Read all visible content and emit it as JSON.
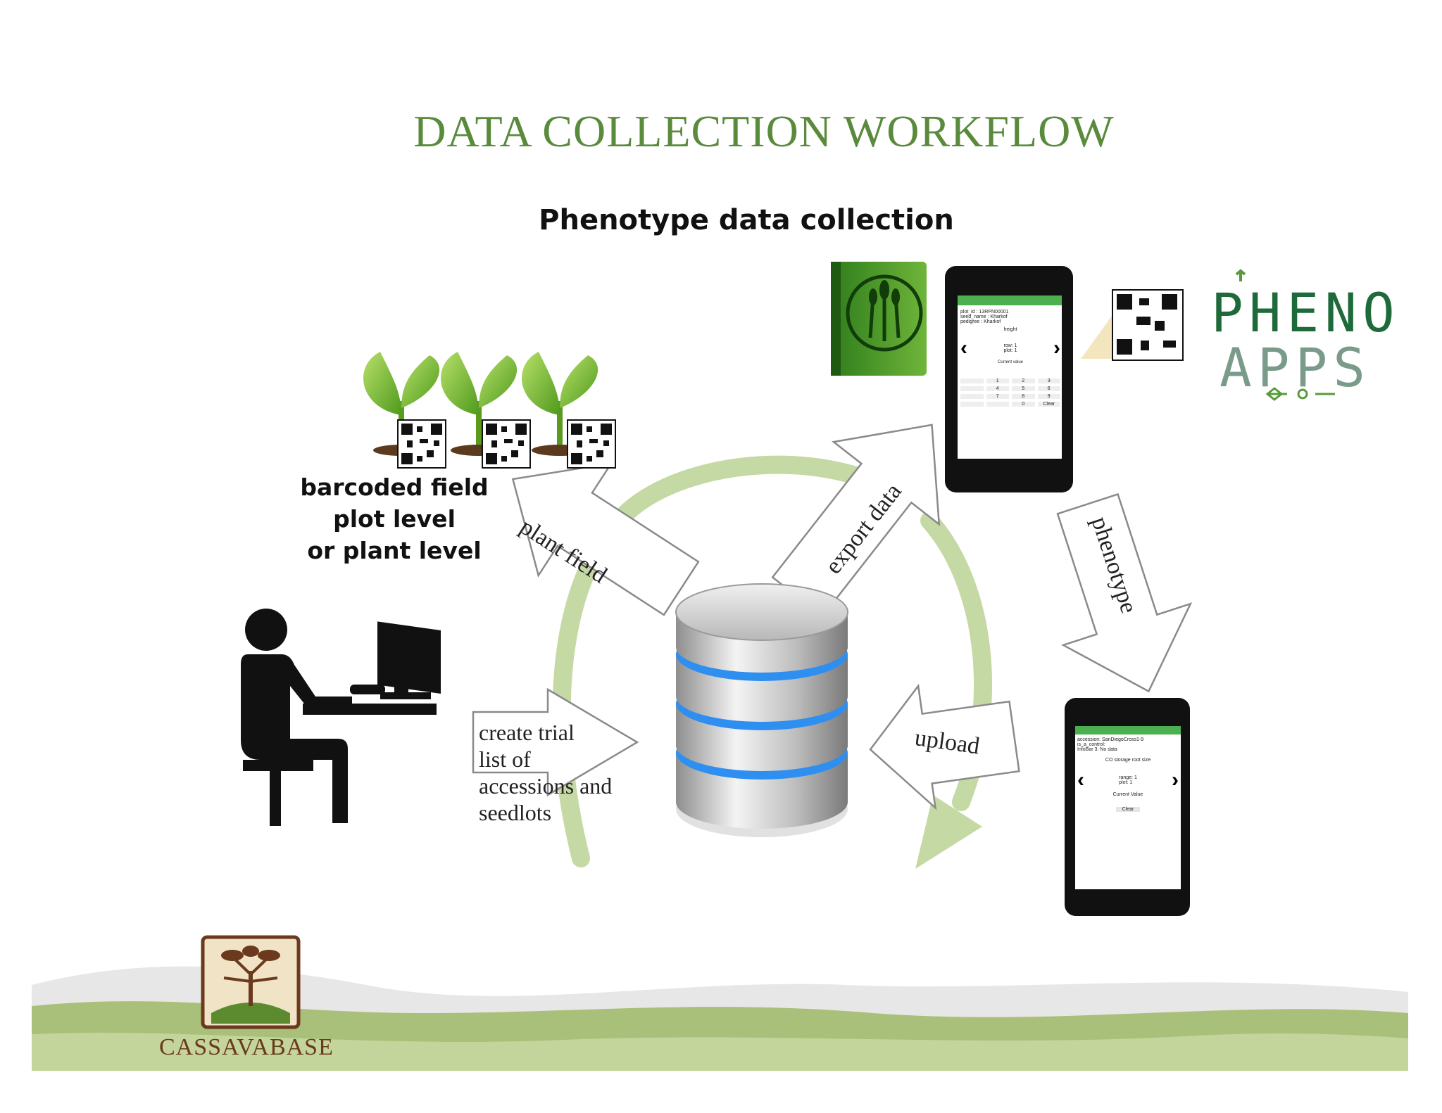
{
  "title": "DATA COLLECTION WORKFLOW",
  "subtitle": "Phenotype data collection",
  "barcode_caption": [
    "barcoded field",
    "plot level",
    "or plant level"
  ],
  "arrows": {
    "plant_field": "plant field",
    "export_data": "export data",
    "phenotype": "phenotype",
    "upload": "upload",
    "create_trial": [
      "create trial",
      "list of",
      "accessions and",
      "seedlots"
    ]
  },
  "phenoapps": {
    "line1": "PHENO",
    "line2": "APPS"
  },
  "phone_top": {
    "fields": [
      "plot_id : 13RPN00001",
      "seed_name : Kharkof",
      "pedigree : Kharkof"
    ],
    "trait": "height",
    "row": "row: 1",
    "plot": "plot: 1",
    "current": "Current value",
    "keys": [
      "1",
      "2",
      "3",
      "4",
      "5",
      "6",
      "7",
      "8",
      "9",
      "0",
      "Clear"
    ]
  },
  "phone_bottom": {
    "fields": [
      "accession: SanDiegoCross1-9",
      "is_a_control:",
      "InfoBar 3: No data"
    ],
    "trait": "CO storage root size",
    "range": "range:",
    "range_val": "1",
    "plot": "plot:",
    "plot_val": "1",
    "current": "Current Value",
    "clear": "Clear"
  },
  "logo": {
    "name": "CASSAVABASE"
  },
  "colors": {
    "title_green": "#5a8a3c",
    "cycle_green": "#c5d9a4",
    "hill_green": "#a9c07a",
    "db_blue": "#2e8ff0"
  }
}
